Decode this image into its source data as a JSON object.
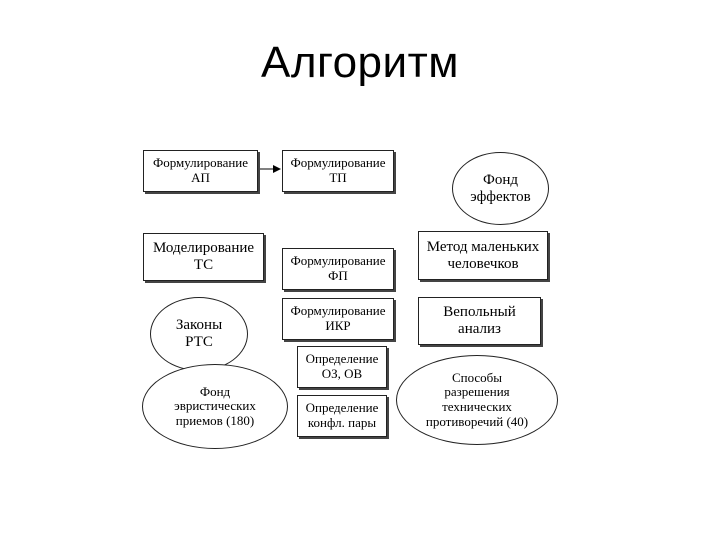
{
  "title": "Алгоритм",
  "nodes": {
    "formulate_ap": {
      "line1": "Формулирование",
      "line2": "АП"
    },
    "formulate_tp": {
      "line1": "Формулирование",
      "line2": "ТП"
    },
    "effects_fund": {
      "line1": "Фонд",
      "line2": "эффектов"
    },
    "modeling_ts": {
      "line1": "Моделирование",
      "line2": "ТС"
    },
    "formulate_fp": {
      "line1": "Формулирование",
      "line2": "ФП"
    },
    "little_men": {
      "line1": "Метод маленьких",
      "line2": "человечков"
    },
    "laws_rts": {
      "line1": "Законы",
      "line2": "РТС"
    },
    "formulate_ikr": {
      "line1": "Формулирование",
      "line2": "ИКР"
    },
    "vepol": {
      "line1": "Вепольный",
      "line2": "анализ"
    },
    "define_oz": {
      "line1": "Определение",
      "line2": "ОЗ, ОВ"
    },
    "heuristic_fund": {
      "line1": "Фонд",
      "line2": "эвристических",
      "line3": "приемов (180)"
    },
    "resolve_methods": {
      "line1": "Способы",
      "line2": "разрешения",
      "line3": "технических",
      "line4": "противоречий (40)"
    },
    "define_pair": {
      "line1": "Определение",
      "line2": "конфл. пары"
    }
  }
}
